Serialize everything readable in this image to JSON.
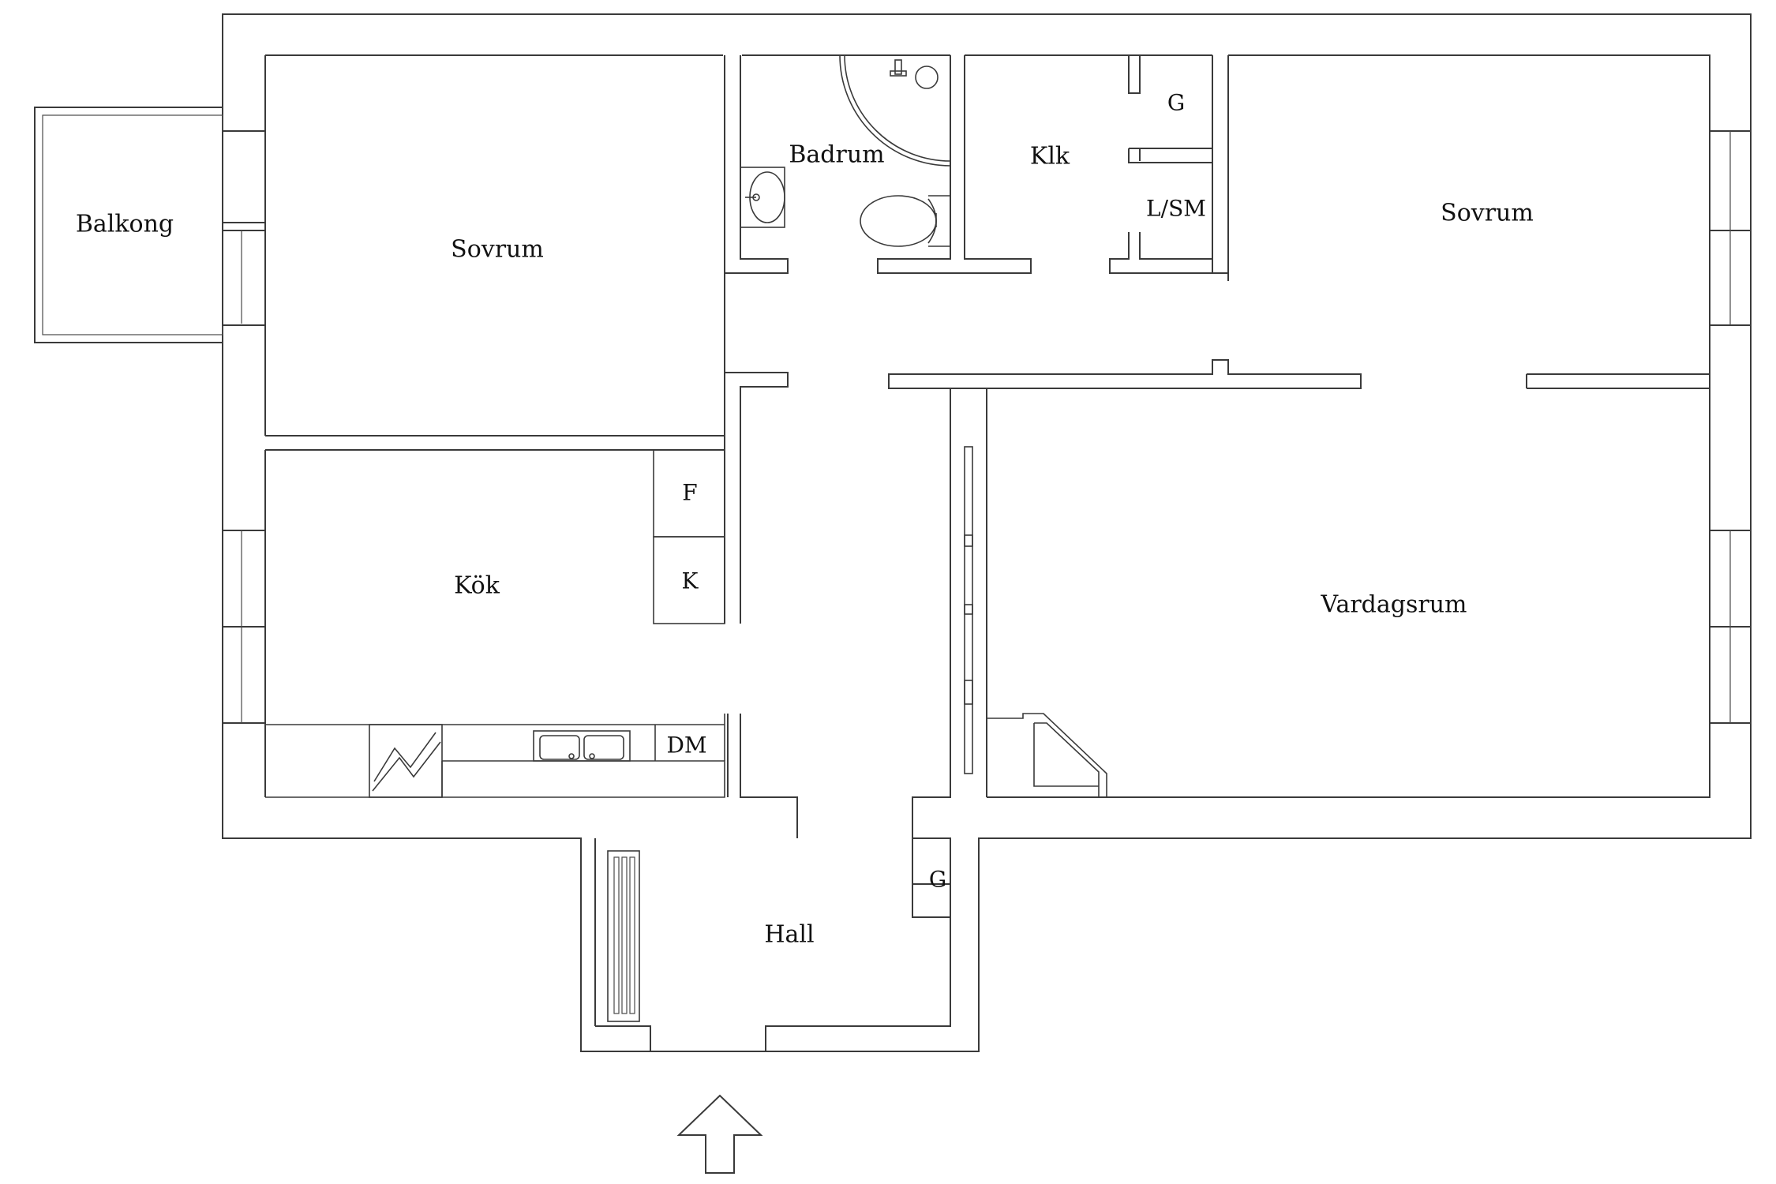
{
  "rooms": {
    "balkong": "Balkong",
    "sovrum_left": "Sovrum",
    "badrum": "Badrum",
    "klk": "Klk",
    "closet_g_top": "G",
    "lsm": "L/SM",
    "sovrum_right": "Sovrum",
    "fridge": "F",
    "freezer": "K",
    "kok": "Kök",
    "dishwasher": "DM",
    "vardagsrum": "Vardagsrum",
    "closet_g_hall": "G",
    "hall": "Hall"
  },
  "colors": {
    "wall": "#3a3a3a",
    "background": "#ffffff",
    "text": "#111111"
  }
}
